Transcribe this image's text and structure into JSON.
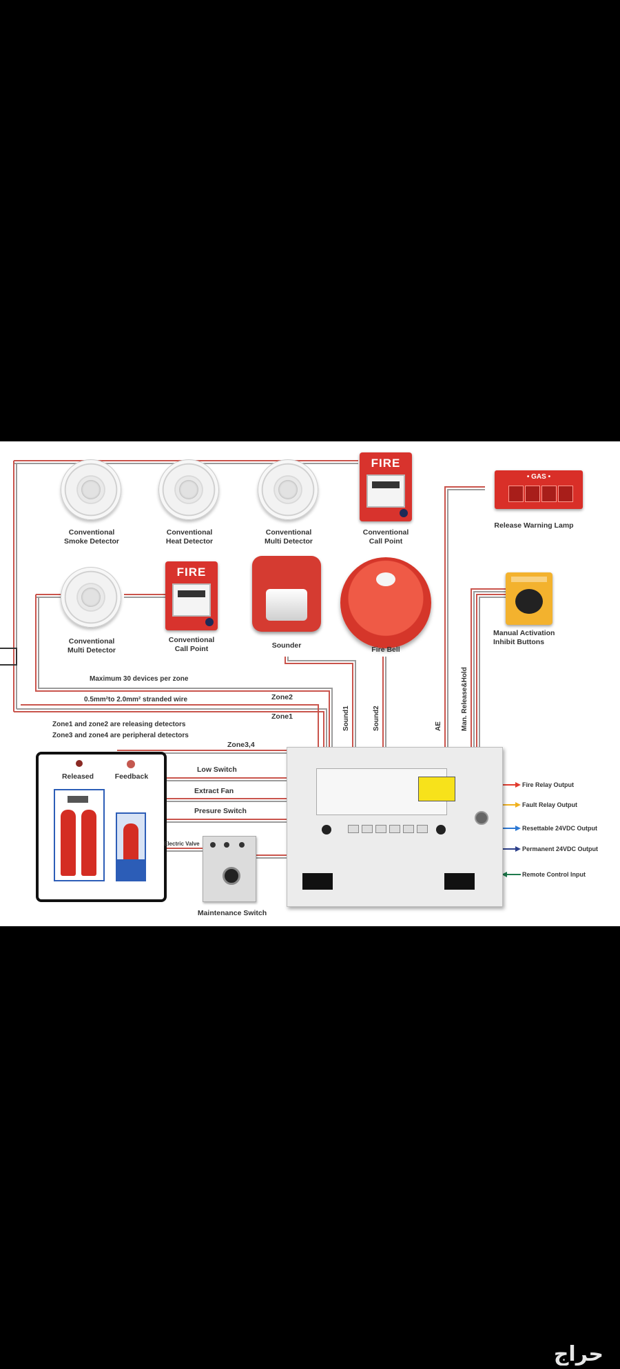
{
  "detectors": {
    "smoke": "Conventional\nSmoke Detector",
    "heat": "Conventional\nHeat Detector",
    "multi1": "Conventional\nMulti Detector",
    "multi2": "Conventional\nMulti Detector",
    "callpoint1": "Conventional\nCall Point",
    "callpoint2": "Conventional\nCall Point"
  },
  "devices": {
    "sounder": "Sounder",
    "fire_bell": "Fire Bell",
    "release_lamp": "Release Warning Lamp",
    "manual_inhibit": "Manual Activation\nInhibit Buttons",
    "maintenance_switch": "Maintenance Switch",
    "fire_text": "FIRE",
    "gas_text": "GAS"
  },
  "wiring": {
    "max_devices": "Maximum 30 devices per zone",
    "wire_spec": "0.5mm²to 2.0mm² stranded wire",
    "zone2": "Zone2",
    "zone1": "Zone1",
    "zone34": "Zone3,4",
    "note1": "Zone1  and  zone2  are releasing detectors",
    "note2": "Zone3  and  zone4  are  peripheral detectors",
    "sound1": "Sound1",
    "sound2": "Sound2",
    "ae": "AE",
    "man_release": "Man. Release&Hold"
  },
  "cabinet": {
    "released": "Released",
    "feedback": "Feedback",
    "low_switch": "Low Switch",
    "extract_fan": "Extract Fan",
    "pressure_switch": "Presure Switch",
    "electric_valve": "Electric Valve"
  },
  "outputs": {
    "fire_relay": "Fire Relay Output",
    "fault_relay": "Fault Relay Output",
    "resettable": "Resettable 24VDC Output",
    "permanent": "Permanent 24VDC Output",
    "remote": "Remote Control Input"
  },
  "colors": {
    "fire_relay": "#e23b2e",
    "fault_relay": "#f0b21f",
    "resettable": "#2c78d4",
    "permanent": "#2c3f8a",
    "remote": "#1f7a4d"
  },
  "watermark": "حراج"
}
